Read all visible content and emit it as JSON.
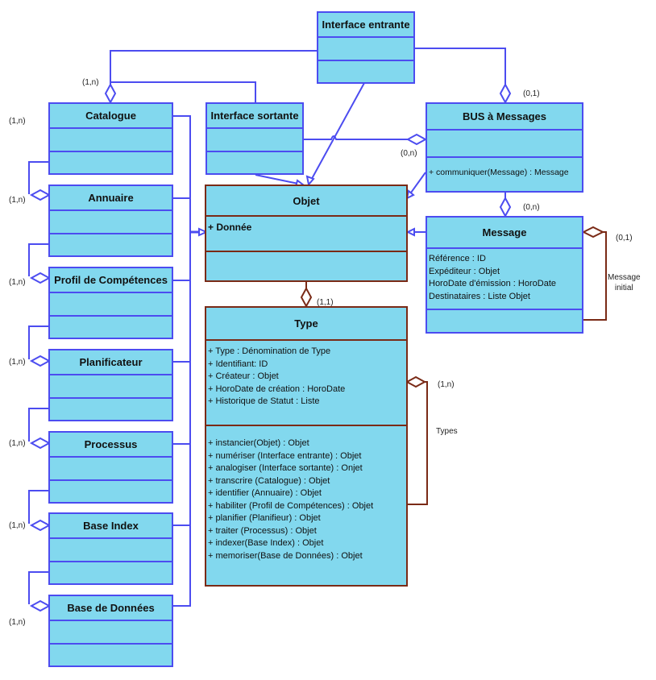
{
  "colors": {
    "fill": "#82d8ee",
    "blue_border": "#4c4cf0",
    "brown_border": "#7a2a16"
  },
  "classes": {
    "interface_entrante": {
      "name": "Interface entrante"
    },
    "catalogue": {
      "name": "Catalogue"
    },
    "interface_sortante": {
      "name": "Interface sortante"
    },
    "bus": {
      "name": "BUS à Messages",
      "operations": [
        "+ communiquer(Message) : Message"
      ]
    },
    "annuaire": {
      "name": "Annuaire"
    },
    "objet": {
      "name": "Objet",
      "attributes": [
        "+ Donnée"
      ]
    },
    "message": {
      "name": "Message",
      "attributes": [
        "Référence : ID",
        "Expéditeur : Objet",
        "HoroDate d'émission : HoroDate",
        "Destinataires : Liste Objet"
      ]
    },
    "profil": {
      "name": "Profil de Compétences"
    },
    "type": {
      "name": "Type",
      "attributes": [
        "+ Type : Dénomination de Type",
        "+ Identifiant: ID",
        "+ Créateur : Objet",
        "+ HoroDate de création : HoroDate",
        "+ Historique de Statut : Liste"
      ],
      "operations": [
        "+ instancier(Objet) : Objet",
        "+ numériser (Interface entrante) : Objet",
        "+ analogiser (Interface sortante) : Onjet",
        "+ transcrire (Catalogue) : Objet",
        "+ identifier (Annuaire) : Objet",
        "+ habiliter (Profil de Compétences) : Objet",
        "+ planifier (Planifieur) : Objet",
        "+ traiter (Processus) : Objet",
        "+ indexer(Base Index) : Objet",
        "+ memoriser(Base de Données) : Objet"
      ]
    },
    "planificateur": {
      "name": "Planificateur"
    },
    "processus": {
      "name": "Processus"
    },
    "base_index": {
      "name": "Base Index"
    },
    "base_donnees": {
      "name": "Base de Données"
    }
  },
  "multiplicities": {
    "catalogue_top": "(1,n)",
    "catalogue_left": "(1,n)",
    "annuaire": "(1,n)",
    "profil": "(1,n)",
    "planificateur": "(1,n)",
    "processus": "(1,n)",
    "base_index": "(1,n)",
    "base_donnees": "(1,n)",
    "bus_top": "(0,1)",
    "bus_left": "(0,n)",
    "message_top": "(0,n)",
    "message_self": "(0,1)",
    "type_top": "(1,1)",
    "type_self": "(1,n)"
  },
  "roles": {
    "message_self": "Message\ninitial",
    "type_self": "Types"
  }
}
